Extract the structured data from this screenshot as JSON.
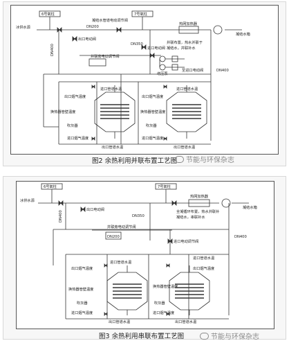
{
  "figure2": {
    "caption": "图2 余热利用并联布置工艺图",
    "watermark": "节能与环保杂志",
    "labels": {
      "mill6": "6号氧柱",
      "mill7": "7号氧柱",
      "water_supply": "冰供水源",
      "inlet_valve_top": "凝结水管道电动调节阀",
      "dn200": "DN200",
      "dn400_left": "DN400",
      "dn350": "DN350",
      "inlet_valve": "进口电动阀",
      "outlet_valve": "出口电动阀",
      "bypass_valve": "并联旁电动调节阀",
      "booster_pump": "增压泵",
      "backwater_valve": "至进口电动阀",
      "heat_net": "热网加热器",
      "condensate_tank": "凝结水箱",
      "note_line1": "并联布置，热水并联于",
      "note_line2": "凝结水，并联补水",
      "dn400_right": "DN400",
      "hx_left_outlet_temp": "出口烟气温度",
      "hx_left_inlet_water": "进口管道水温",
      "hx_left_wall_temp": "换热器管壁温度",
      "hx_left_blower": "吹灰器",
      "hx_left_inlet_temp": "进口烟气温度",
      "hx_left_outlet_water": "出口管道水温",
      "hx_right_outlet_temp": "出口烟气温度",
      "hx_right_inlet_water": "进口管道水温",
      "hx_right_wall_temp": "换热器管壁温度",
      "hx_right_blower": "吹灰器",
      "hx_right_inlet_temp": "进口烟气温度",
      "hx_right_outlet_water": "出口管道水温"
    }
  },
  "figure3": {
    "caption": "图3 余热利用串联布置工艺图",
    "watermark": "节能与环保杂志",
    "labels": {
      "mill6": "6号氧柱",
      "mill7": "7号氧柱",
      "water_supply": "冰供水源",
      "heat_net": "热网加热器",
      "condensate_tank": "凝结水箱",
      "dn400_left": "DN400",
      "dn350": "DN350",
      "dn200": "DN200",
      "outlet_valve": "出口电动阀",
      "bypass_valve": "并联旁电动调节阀",
      "inlet_valve": "进口电动调节阀",
      "note_line1": "全凝循环布置，热水并联补",
      "note_line2": "凝结水，串联补水",
      "dn400_right": "DN400",
      "hx_left_inlet_water": "进口管道水温",
      "hx_left_outlet_temp": "出口烟气温度",
      "hx_left_wall_temp": "换热器管壁温度",
      "hx_left_blower": "吹灰器",
      "hx_left_inlet_temp": "进口烟气温度",
      "hx_left_outlet_water": "出口管道水温",
      "hx_right_inlet_water": "进口管道水温",
      "hx_right_outlet_temp": "出口烟气温度",
      "hx_right_wall_temp": "换热器管壁温度",
      "hx_right_blower": "吹灰器",
      "hx_right_inlet_temp": "进口烟气温度",
      "hx_right_outlet_water": "出口管道水温"
    }
  }
}
